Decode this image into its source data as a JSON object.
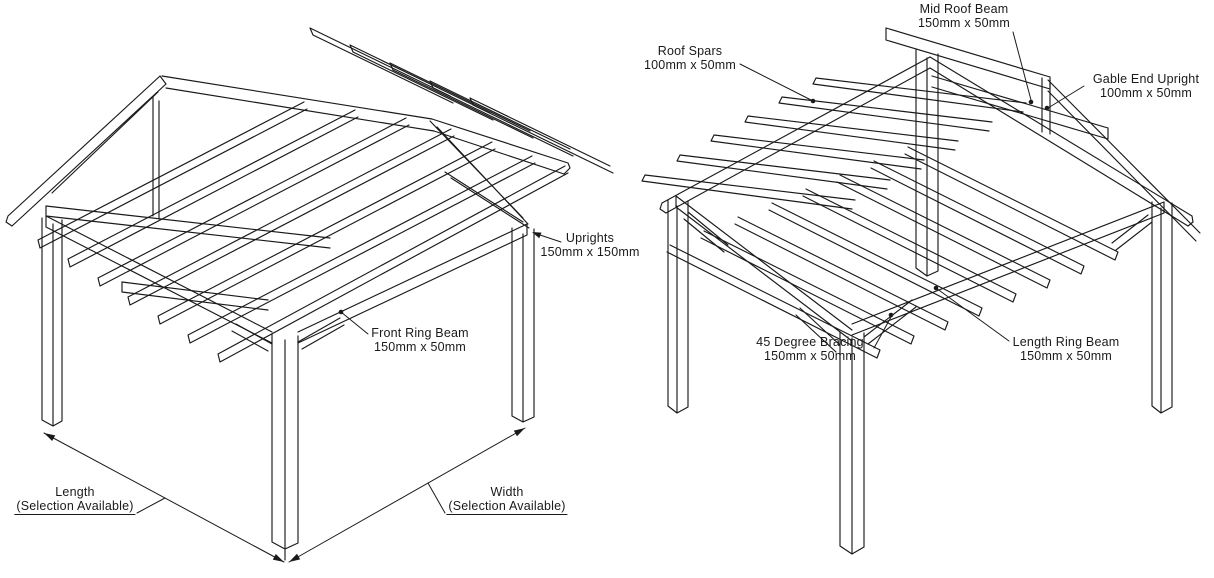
{
  "colors": {
    "line": "#1a1a1a",
    "background": "#ffffff",
    "label_text": "#1a1a1a"
  },
  "left_drawing": {
    "labels": {
      "uprights": {
        "line1": "Uprights",
        "line2": "150mm x 150mm"
      },
      "front_ring_beam": {
        "line1": "Front Ring Beam",
        "line2": "150mm x 50mm"
      },
      "length_dimension": {
        "line1": "Length",
        "line2": "(Selection Available)"
      },
      "width_dimension": {
        "line1": "Width",
        "line2": "(Selection Available)"
      }
    }
  },
  "right_drawing": {
    "labels": {
      "roof_spars": {
        "line1": "Roof Spars",
        "line2": "100mm x 50mm"
      },
      "mid_roof_beam": {
        "line1": "Mid Roof Beam",
        "line2": "150mm x 50mm"
      },
      "gable_end_upright": {
        "line1": "Gable End Upright",
        "line2": "100mm x 50mm"
      },
      "bracing_45_degree": {
        "line1": "45 Degree Bracing",
        "line2": "150mm x 50mm"
      },
      "length_ring_beam": {
        "line1": "Length Ring Beam",
        "line2": "150mm x 50mm"
      }
    }
  }
}
